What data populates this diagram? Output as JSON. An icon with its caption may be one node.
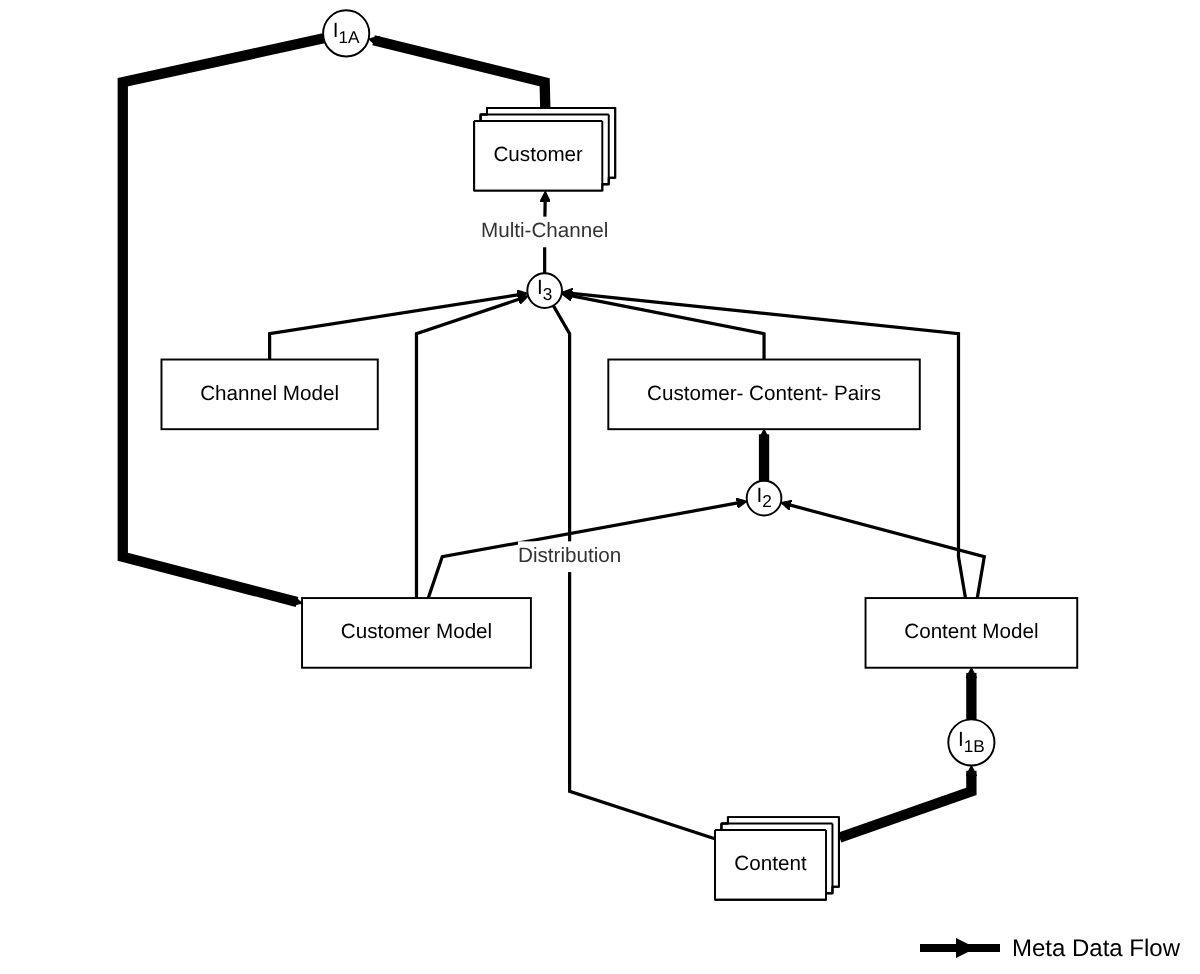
{
  "diagram": {
    "nodes": [
      {
        "text": [
          "Customer Model"
        ]
      },
      {
        "text": [
          "I$_{2}$"
        ]
      },
      {
        "text": [
          "Content Model"
        ]
      },
      {
        "text": [
          "I$_{1A}$"
        ]
      },
      {
        "text": [
          "Customer- Content- Pairs"
        ]
      },
      {
        "text": [
          "I$_{1B}$"
        ]
      },
      {
        "text": [
          "Customer"
        ]
      },
      {
        "text": [
          "I$_{3}$"
        ]
      },
      {
        "text": [
          "Content"
        ]
      },
      {
        "text": [
          "Channel Model"
        ]
      }
    ],
    "edges": [
      {
        "from": 0,
        "to": 1,
        "arrow": "to"
      },
      {
        "from": 2,
        "to": 1,
        "arrow": "to"
      },
      {
        "from": 1,
        "to": 4,
        "arrow": "to",
        "style": "thick"
      },
      {
        "from": 0,
        "to": 7,
        "arrow": "to"
      },
      {
        "from": 2,
        "to": 7,
        "arrow": "to"
      },
      {
        "from": 4,
        "to": 7,
        "arrow": "to"
      },
      {
        "from": 6,
        "to": 3,
        "arrow": "to",
        "style": "thick"
      },
      {
        "from": 3,
        "to": 0,
        "arrow": "to",
        "style": "thick"
      },
      {
        "from": 8,
        "to": 5,
        "arrow": "to",
        "style": "thick"
      },
      {
        "from": 5,
        "to": 2,
        "arrow": "to",
        "style": "thick"
      },
      {
        "from": 7,
        "to": 6,
        "arrow": "to",
        "label": "Multi-Channel"
      },
      {
        "from": 8,
        "to": 7,
        "arrow": "none",
        "label": "Distribution"
      },
      {
        "from": 9,
        "to": 7,
        "arrow": "to"
      }
    ],
    "legend": [
      {
        "text": "Meta Data Flow"
      }
    ]
  }
}
